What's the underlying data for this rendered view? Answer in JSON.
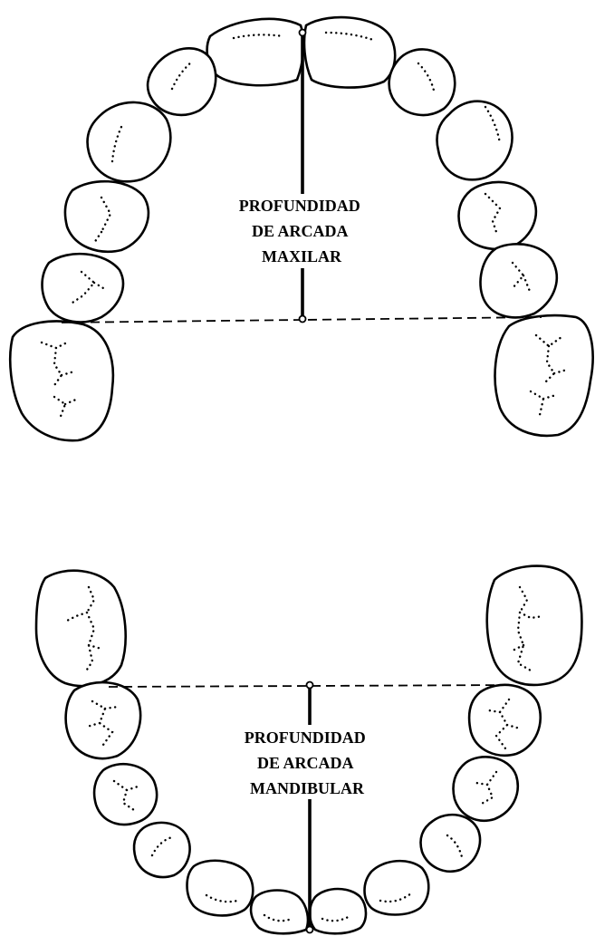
{
  "maxillary": {
    "label_lines": [
      "PROFUNDIDAD",
      "DE ARCADA",
      "MAXILAR"
    ]
  },
  "mandibular": {
    "label_lines": [
      "PROFUNDIDAD",
      "DE ARCADA",
      "MANDIBULAR"
    ]
  },
  "colors": {
    "ink": "#000000",
    "background": "#ffffff"
  }
}
